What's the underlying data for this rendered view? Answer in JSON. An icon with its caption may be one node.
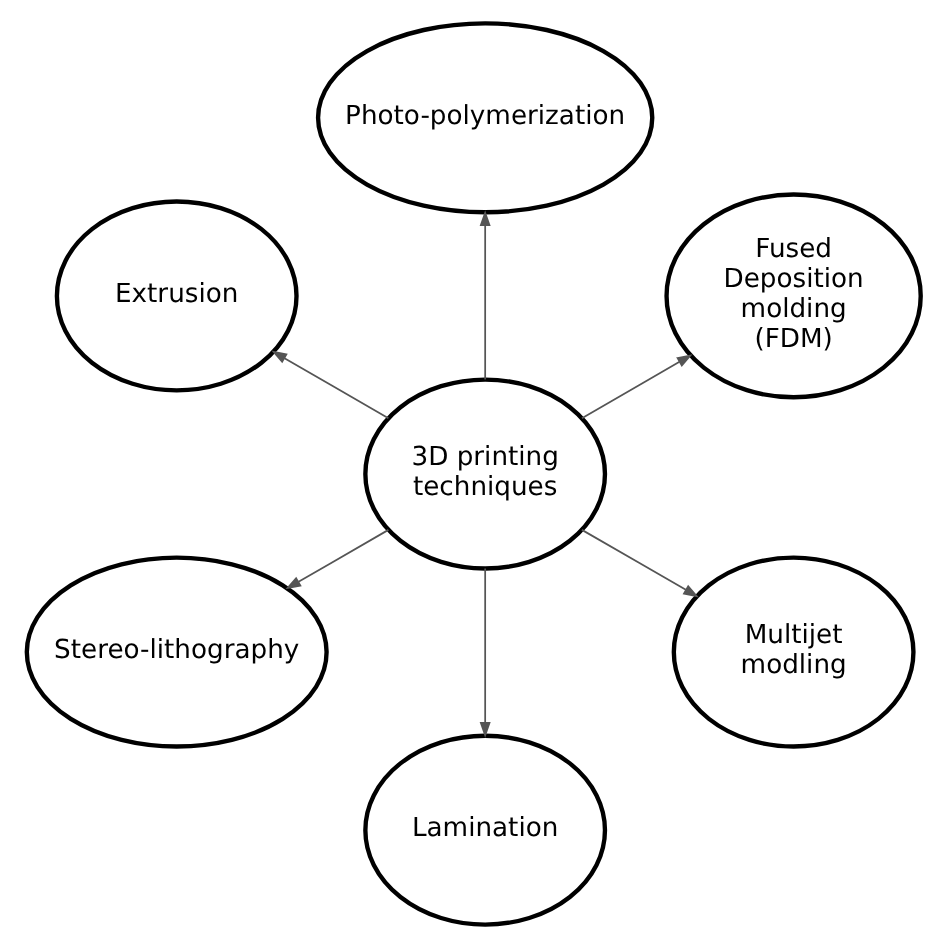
{
  "diagram": {
    "nodes": [
      {
        "text": [
          "3D printing techniques"
        ]
      },
      {
        "text": [
          "Fused Deposition molding (FDM)"
        ]
      },
      {
        "text": [
          "Photo-polymerization"
        ]
      },
      {
        "text": [
          "Extrusion"
        ]
      },
      {
        "text": [
          "Stereo-lithography"
        ]
      },
      {
        "text": [
          "Lamination"
        ]
      },
      {
        "text": [
          "Multijet modling"
        ]
      }
    ],
    "edges": [
      {
        "from": 0,
        "to": 1,
        "arrow": "to"
      },
      {
        "from": 0,
        "to": 2,
        "arrow": "to"
      },
      {
        "from": 0,
        "to": 3,
        "arrow": "to"
      },
      {
        "from": 0,
        "to": 4,
        "arrow": "to"
      },
      {
        "from": 0,
        "to": 5,
        "arrow": "to"
      },
      {
        "from": 0,
        "to": 6,
        "arrow": "to"
      }
    ]
  }
}
